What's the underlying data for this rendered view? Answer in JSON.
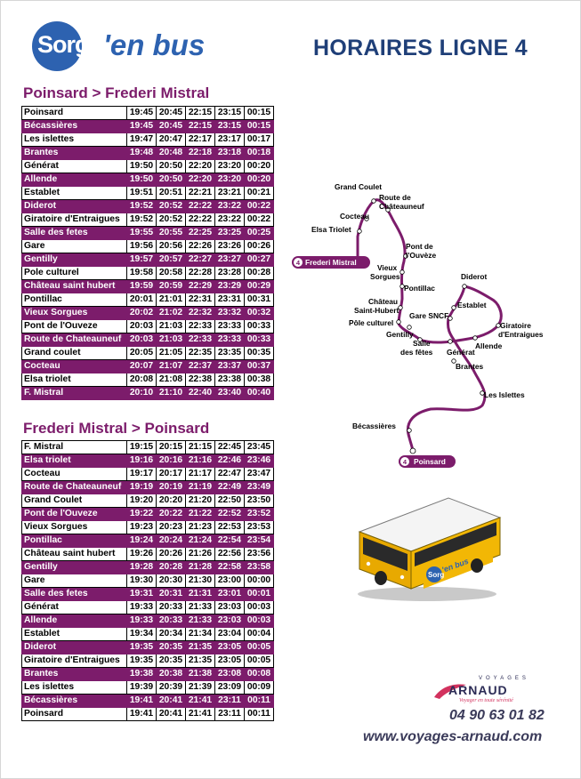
{
  "header": {
    "logo_main": "Sorg",
    "logo_tail": "'en bus",
    "title": "HORAIRES LIGNE 4"
  },
  "timetables": [
    {
      "title": "Poinsard > Frederi Mistral",
      "rows": [
        {
          "stop": "Poinsard",
          "times": [
            "19:45",
            "20:45",
            "22:15",
            "23:15",
            "00:15"
          ]
        },
        {
          "stop": "Bécassières",
          "times": [
            "19:45",
            "20:45",
            "22:15",
            "23:15",
            "00:15"
          ]
        },
        {
          "stop": "Les islettes",
          "times": [
            "19:47",
            "20:47",
            "22:17",
            "23:17",
            "00:17"
          ]
        },
        {
          "stop": "Brantes",
          "times": [
            "19:48",
            "20:48",
            "22:18",
            "23:18",
            "00:18"
          ]
        },
        {
          "stop": "Générat",
          "times": [
            "19:50",
            "20:50",
            "22:20",
            "23:20",
            "00:20"
          ]
        },
        {
          "stop": "Allende",
          "times": [
            "19:50",
            "20:50",
            "22:20",
            "23:20",
            "00:20"
          ]
        },
        {
          "stop": "Establet",
          "times": [
            "19:51",
            "20:51",
            "22:21",
            "23:21",
            "00:21"
          ]
        },
        {
          "stop": "Diderot",
          "times": [
            "19:52",
            "20:52",
            "22:22",
            "23:22",
            "00:22"
          ]
        },
        {
          "stop": "Giratoire d'Entraigues",
          "times": [
            "19:52",
            "20:52",
            "22:22",
            "23:22",
            "00:22"
          ]
        },
        {
          "stop": "Salle des fetes",
          "times": [
            "19:55",
            "20:55",
            "22:25",
            "23:25",
            "00:25"
          ]
        },
        {
          "stop": "Gare",
          "times": [
            "19:56",
            "20:56",
            "22:26",
            "23:26",
            "00:26"
          ]
        },
        {
          "stop": "Gentilly",
          "times": [
            "19:57",
            "20:57",
            "22:27",
            "23:27",
            "00:27"
          ]
        },
        {
          "stop": "Pole culturel",
          "times": [
            "19:58",
            "20:58",
            "22:28",
            "23:28",
            "00:28"
          ]
        },
        {
          "stop": "Château saint hubert",
          "times": [
            "19:59",
            "20:59",
            "22:29",
            "23:29",
            "00:29"
          ]
        },
        {
          "stop": "Pontillac",
          "times": [
            "20:01",
            "21:01",
            "22:31",
            "23:31",
            "00:31"
          ]
        },
        {
          "stop": "Vieux Sorgues",
          "times": [
            "20:02",
            "21:02",
            "22:32",
            "23:32",
            "00:32"
          ]
        },
        {
          "stop": "Pont de l'Ouveze",
          "times": [
            "20:03",
            "21:03",
            "22:33",
            "23:33",
            "00:33"
          ]
        },
        {
          "stop": "Route de Chateauneuf",
          "times": [
            "20:03",
            "21:03",
            "22:33",
            "23:33",
            "00:33"
          ]
        },
        {
          "stop": "Grand coulet",
          "times": [
            "20:05",
            "21:05",
            "22:35",
            "23:35",
            "00:35"
          ]
        },
        {
          "stop": "Cocteau",
          "times": [
            "20:07",
            "21:07",
            "22:37",
            "23:37",
            "00:37"
          ]
        },
        {
          "stop": "Elsa triolet",
          "times": [
            "20:08",
            "21:08",
            "22:38",
            "23:38",
            "00:38"
          ]
        },
        {
          "stop": "F. Mistral",
          "times": [
            "20:10",
            "21:10",
            "22:40",
            "23:40",
            "00:40"
          ]
        }
      ]
    },
    {
      "title": "Frederi Mistral > Poinsard",
      "rows": [
        {
          "stop": "F. Mistral",
          "times": [
            "19:15",
            "20:15",
            "21:15",
            "22:45",
            "23:45"
          ]
        },
        {
          "stop": "Elsa triolet",
          "times": [
            "19:16",
            "20:16",
            "21:16",
            "22:46",
            "23:46"
          ]
        },
        {
          "stop": "Cocteau",
          "times": [
            "19:17",
            "20:17",
            "21:17",
            "22:47",
            "23:47"
          ]
        },
        {
          "stop": "Route de Chateauneuf",
          "times": [
            "19:19",
            "20:19",
            "21:19",
            "22:49",
            "23:49"
          ]
        },
        {
          "stop": "Grand Coulet",
          "times": [
            "19:20",
            "20:20",
            "21:20",
            "22:50",
            "23:50"
          ]
        },
        {
          "stop": "Pont de l'Ouveze",
          "times": [
            "19:22",
            "20:22",
            "21:22",
            "22:52",
            "23:52"
          ]
        },
        {
          "stop": "Vieux Sorgues",
          "times": [
            "19:23",
            "20:23",
            "21:23",
            "22:53",
            "23:53"
          ]
        },
        {
          "stop": "Pontillac",
          "times": [
            "19:24",
            "20:24",
            "21:24",
            "22:54",
            "23:54"
          ]
        },
        {
          "stop": "Château saint hubert",
          "times": [
            "19:26",
            "20:26",
            "21:26",
            "22:56",
            "23:56"
          ]
        },
        {
          "stop": "Gentilly",
          "times": [
            "19:28",
            "20:28",
            "21:28",
            "22:58",
            "23:58"
          ]
        },
        {
          "stop": "Gare",
          "times": [
            "19:30",
            "20:30",
            "21:30",
            "23:00",
            "00:00"
          ]
        },
        {
          "stop": "Salle des fetes",
          "times": [
            "19:31",
            "20:31",
            "21:31",
            "23:01",
            "00:01"
          ]
        },
        {
          "stop": "Générat",
          "times": [
            "19:33",
            "20:33",
            "21:33",
            "23:03",
            "00:03"
          ]
        },
        {
          "stop": "Allende",
          "times": [
            "19:33",
            "20:33",
            "21:33",
            "23:03",
            "00:03"
          ]
        },
        {
          "stop": "Establet",
          "times": [
            "19:34",
            "20:34",
            "21:34",
            "23:04",
            "00:04"
          ]
        },
        {
          "stop": "Diderot",
          "times": [
            "19:35",
            "20:35",
            "21:35",
            "23:05",
            "00:05"
          ]
        },
        {
          "stop": "Giratoire d'Entraigues",
          "times": [
            "19:35",
            "20:35",
            "21:35",
            "23:05",
            "00:05"
          ]
        },
        {
          "stop": "Brantes",
          "times": [
            "19:38",
            "20:38",
            "21:38",
            "23:08",
            "00:08"
          ]
        },
        {
          "stop": "Les islettes",
          "times": [
            "19:39",
            "20:39",
            "21:39",
            "23:09",
            "00:09"
          ]
        },
        {
          "stop": "Bécassières",
          "times": [
            "19:41",
            "20:41",
            "21:41",
            "23:11",
            "00:11"
          ]
        },
        {
          "stop": "Poinsard",
          "times": [
            "19:41",
            "20:41",
            "21:41",
            "23:11",
            "00:11"
          ]
        }
      ]
    }
  ],
  "map": {
    "line_number": "4",
    "terminus_north": "Frederi Mistral",
    "terminus_south": "Poinsard",
    "stops": {
      "grand_coulet": "Grand Coulet",
      "route_chateauneuf_1": "Route de",
      "route_chateauneuf_2": "Châteauneuf",
      "cocteau": "Cocteau",
      "elsa_triolet": "Elsa Triolet",
      "pont_ouveze_1": "Pont de",
      "pont_ouveze_2": "l'Ouvèze",
      "vieux_sorgues_1": "Vieux",
      "vieux_sorgues_2": "Sorgues",
      "pontillac": "Pontillac",
      "chateau_1": "Château",
      "chateau_2": "Saint-Hubert",
      "gare": "Gare SNCF",
      "pole": "Pôle culturel",
      "gentilly": "Gentilly",
      "salle_1": "Salle",
      "salle_2": "des fêtes",
      "diderot": "Diderot",
      "establet": "Establet",
      "giratoire_1": "Giratoire",
      "giratoire_2": "d'Entraigues",
      "allende": "Allende",
      "generat": "Générat",
      "brantes": "Brantes",
      "islettes": "Les Islettes",
      "becassieres": "Bécassières"
    }
  },
  "bus_graphic": {
    "logo_main": "Sorg",
    "logo_tail": "'en bus"
  },
  "footer": {
    "brand_top": "VOYAGES",
    "brand_name": "ARNAUD",
    "brand_tagline": "Voyager en toute sérénité",
    "phone": "04 90 63 01 82",
    "website": "www.voyages-arnaud.com"
  },
  "colors": {
    "purple": "#7c1c6b",
    "blue": "#2d62b0",
    "navy": "#1f3f78",
    "bus_yellow": "#f2b705"
  }
}
